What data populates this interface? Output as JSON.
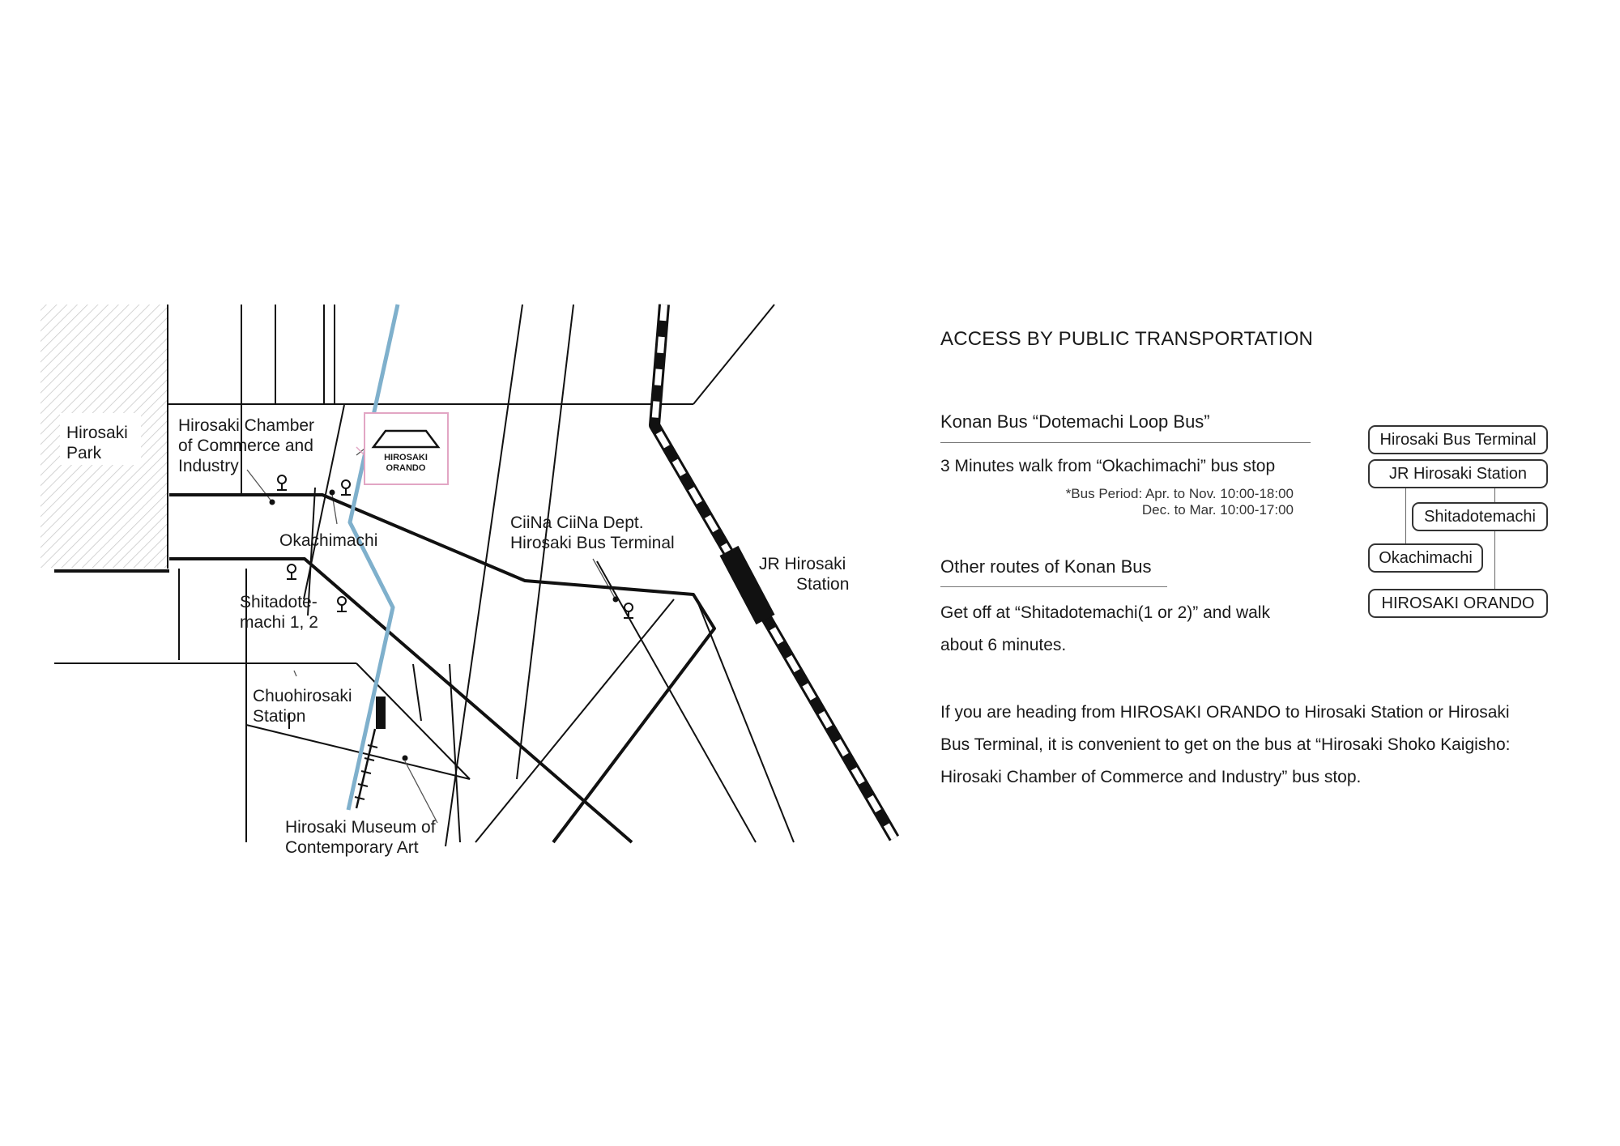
{
  "map": {
    "labels": {
      "park": [
        "Hirosaki",
        "Park"
      ],
      "chamber": [
        "Hirosaki Chamber",
        "of Commerce and",
        "Industry"
      ],
      "okachimachi": "Okachimachi",
      "shitadotemachi": [
        "Shitadote-",
        "machi 1, 2"
      ],
      "chuohirosaki": [
        "Chuohirosaki",
        "Station"
      ],
      "museum": [
        "Hirosaki Museum of",
        "Contemporary Art"
      ],
      "ciina": [
        "CiiNa CiiNa Dept.",
        "Hirosaki Bus Terminal"
      ],
      "jr_station": [
        "JR Hirosaki",
        "Station"
      ]
    },
    "logo": [
      "HIROSAKI",
      "ORANDO"
    ],
    "colors": {
      "river": "#7fb0cc",
      "logo_border": "#e2a6c4",
      "road": "#111111"
    }
  },
  "access": {
    "heading": "ACCESS BY PUBLIC TRANSPORTATION",
    "loop_bus": {
      "title": "Konan Bus “Dotemachi Loop Bus”",
      "walk": "3 Minutes walk from  “Okachimachi” bus stop",
      "period": [
        "*Bus Period: Apr. to Nov. 10:00-18:00",
        "Dec. to Mar. 10:00-17:00"
      ]
    },
    "other": {
      "title": "Other routes of Konan Bus",
      "text": [
        "Get off at “Shitadotemachi(1 or 2)” and walk",
        "about 6 minutes."
      ]
    },
    "return_note": [
      "If you are heading from HIROSAKI ORANDO to Hirosaki Station or Hirosaki",
      "Bus Terminal, it is convenient to get on the bus at “Hirosaki Shoko Kaigisho:",
      "Hirosaki Chamber of Commerce and Industry”  bus stop."
    ],
    "route_stops": [
      "Hirosaki Bus Terminal",
      "JR Hirosaki Station",
      "Shitadotemachi",
      "Okachimachi",
      "HIROSAKI ORANDO"
    ]
  }
}
